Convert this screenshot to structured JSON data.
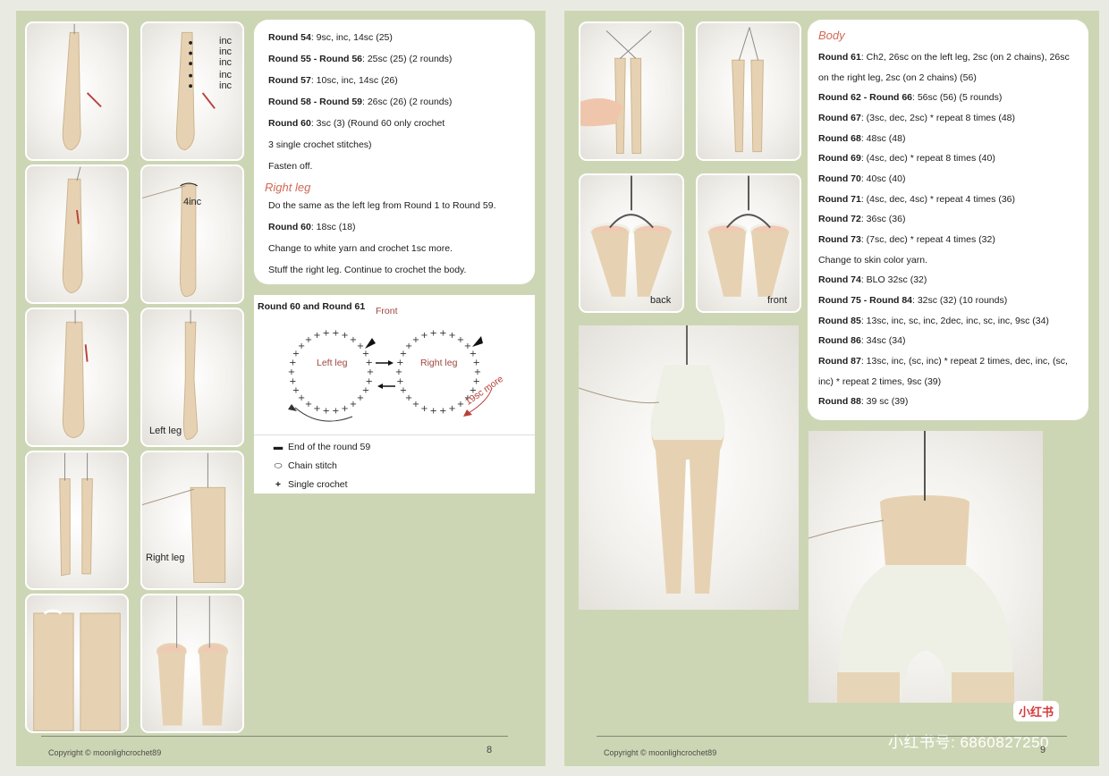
{
  "page8": {
    "photo_labels": {
      "inc": "inc",
      "four_inc": "4inc",
      "left_leg": "Left leg",
      "right_leg": "Right leg"
    },
    "lines": [
      {
        "b": "Round 54",
        "t": ": 9sc, inc, 14sc (25)"
      },
      {
        "b": "Round 55 - Round 56",
        "t": ": 25sc (25) (2 rounds)"
      },
      {
        "b": "Round 57",
        "t": ": 10sc, inc, 14sc (26)"
      },
      {
        "b": "Round 58 - Round 59",
        "t": ": 26sc (26) (2 rounds)"
      },
      {
        "b": "Round 60",
        "t": ": 3sc (3)  (Round 60 only crochet"
      },
      {
        "b": "",
        "t": "3 single crochet stitches)"
      },
      {
        "b": "",
        "t": "Fasten off."
      }
    ],
    "section_title": "Right leg",
    "lines2": [
      {
        "b": "",
        "t": "Do the same as the left leg from Round 1 to Round 59."
      },
      {
        "b": "Round 60",
        "t": ": 18sc  (18)"
      },
      {
        "b": "",
        "t": "Change to white yarn and crochet 1sc more."
      },
      {
        "b": "",
        "t": "Stuff the right leg. Continue to crochet the body."
      }
    ],
    "diagram": {
      "title": "Round 60 and Round 61",
      "front": "Front",
      "left_leg": "Left leg",
      "right_leg": "Right leg",
      "more": "19sc more"
    },
    "legend": [
      {
        "sym": "▬",
        "label": "End of the round 59"
      },
      {
        "sym": "⬭",
        "label": "Chain stitch"
      },
      {
        "sym": "+",
        "label": "Single crochet"
      }
    ],
    "copyright": "Copyright © moonlighcrochet89",
    "page_number": "8"
  },
  "page9": {
    "photo_labels": {
      "back": "back",
      "front": "front"
    },
    "section_title": "Body",
    "lines": [
      {
        "b": "Round 61",
        "t": ": Ch2, 26sc on the left leg, 2sc (on 2 chains), 26sc"
      },
      {
        "b": "",
        "t": "on the right leg, 2sc (on 2 chains) (56)"
      },
      {
        "b": "Round 62 - Round 66",
        "t": ": 56sc (56)  (5 rounds)"
      },
      {
        "b": "Round 67",
        "t": ": (3sc, dec, 2sc) * repeat 8 times (48)"
      },
      {
        "b": "Round 68",
        "t": ": 48sc (48)"
      },
      {
        "b": "Round 69",
        "t": ": (4sc, dec) * repeat 8 times (40)"
      },
      {
        "b": "Round 70",
        "t": ": 40sc (40)"
      },
      {
        "b": "Round 71",
        "t": ": (4sc, dec, 4sc) * repeat 4 times (36)"
      },
      {
        "b": "Round 72",
        "t": ": 36sc (36)"
      },
      {
        "b": "Round 73",
        "t": ": (7sc, dec) * repeat 4 times (32)"
      },
      {
        "b": "",
        "t": "Change to skin color yarn."
      },
      {
        "b": "Round 74",
        "t": ": BLO 32sc (32)"
      },
      {
        "b": "Round 75 - Round 84",
        "t": ": 32sc (32)  (10 rounds)"
      },
      {
        "b": "Round 85",
        "t": ": 13sc, inc, sc, inc, 2dec, inc, sc, inc, 9sc (34)"
      },
      {
        "b": "Round 86",
        "t": ": 34sc (34)"
      },
      {
        "b": "Round 87",
        "t": ": 13sc, inc, (sc, inc) * repeat 2 times, dec, inc, (sc,"
      },
      {
        "b": "",
        "t": "inc) * repeat 2 times, 9sc (39)"
      },
      {
        "b": "Round 88",
        "t": ": 39 sc (39)"
      }
    ],
    "copyright": "Copyright © moonlighcrochet89",
    "page_number": "9",
    "watermark_logo": "小红书",
    "watermark_id": "小红书号: 6860827250"
  },
  "colors": {
    "page_bg": "#cdd6b4",
    "accent": "#d26a55",
    "yarn": "#e6d2b2",
    "white_yarn": "#eef0e6",
    "arrow_red": "#b8403a"
  }
}
